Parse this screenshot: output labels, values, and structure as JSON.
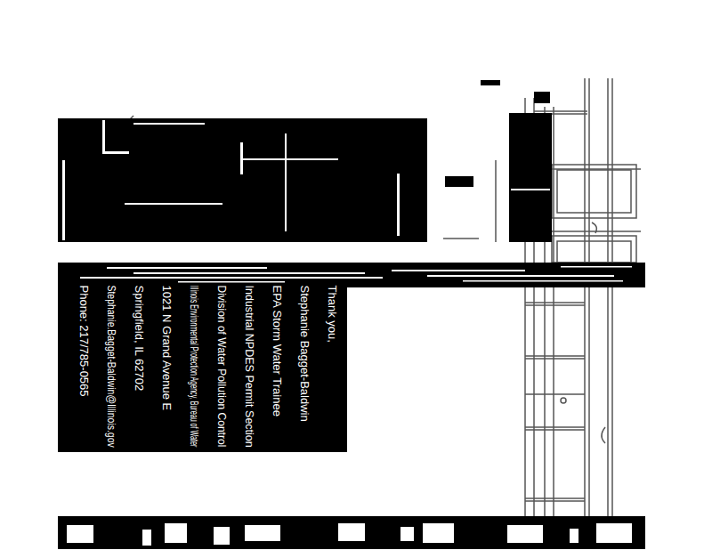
{
  "diagram": {
    "labels": [
      "Thank you,",
      "Stephanie Bagget-Baldwin",
      "EPA Storm Water Trainee",
      "Industrial NPDES Permit Section",
      "Division of Water Pollution Control",
      "Illinois Environmental Protection Agency, Bureau of Water",
      "1021 N Grand Avenue E",
      "Springfield, IL 62702",
      "Stephanie.Bagget-Baldwin@Illinois.gov",
      "Phone: 217/785-0565"
    ]
  }
}
